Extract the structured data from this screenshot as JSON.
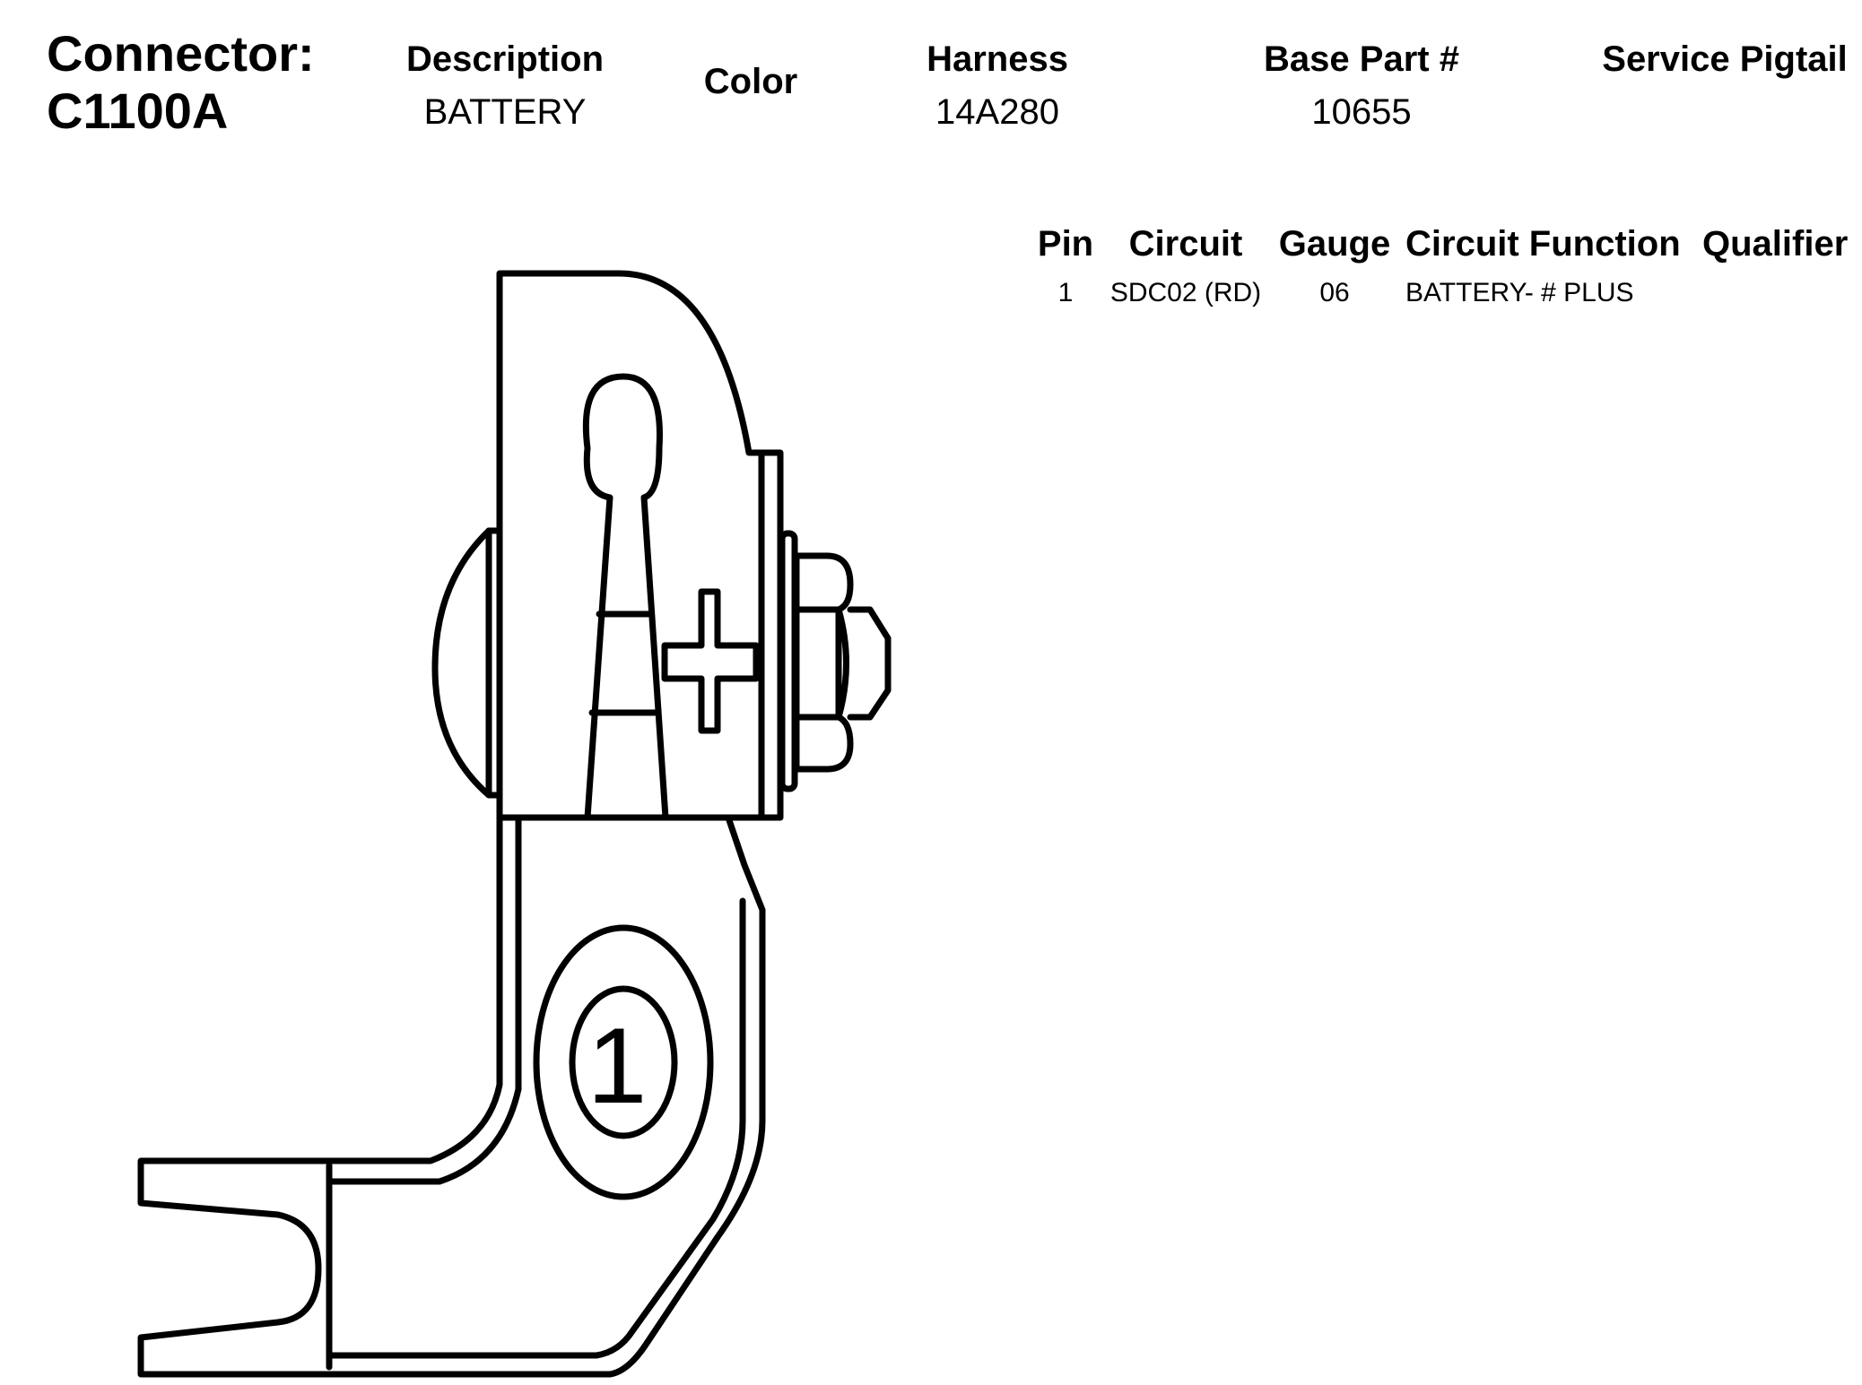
{
  "connector": {
    "label": "Connector:",
    "id": "C1100A"
  },
  "header": {
    "description_label": "Description",
    "description_value": "BATTERY",
    "color_label": "Color",
    "harness_label": "Harness",
    "harness_value": "14A280",
    "base_part_label": "Base Part #",
    "base_part_value": "10655",
    "service_pigtail_label": "Service Pigtail"
  },
  "pin_table": {
    "columns": [
      "Pin",
      "Circuit",
      "Gauge",
      "Circuit Function",
      "Qualifier"
    ],
    "rows": [
      {
        "pin": "1",
        "circuit": "SDC02 (RD)",
        "gauge": "06",
        "function": "BATTERY- # PLUS",
        "qualifier": ""
      }
    ]
  },
  "diagram": {
    "pin_marker": "1"
  }
}
